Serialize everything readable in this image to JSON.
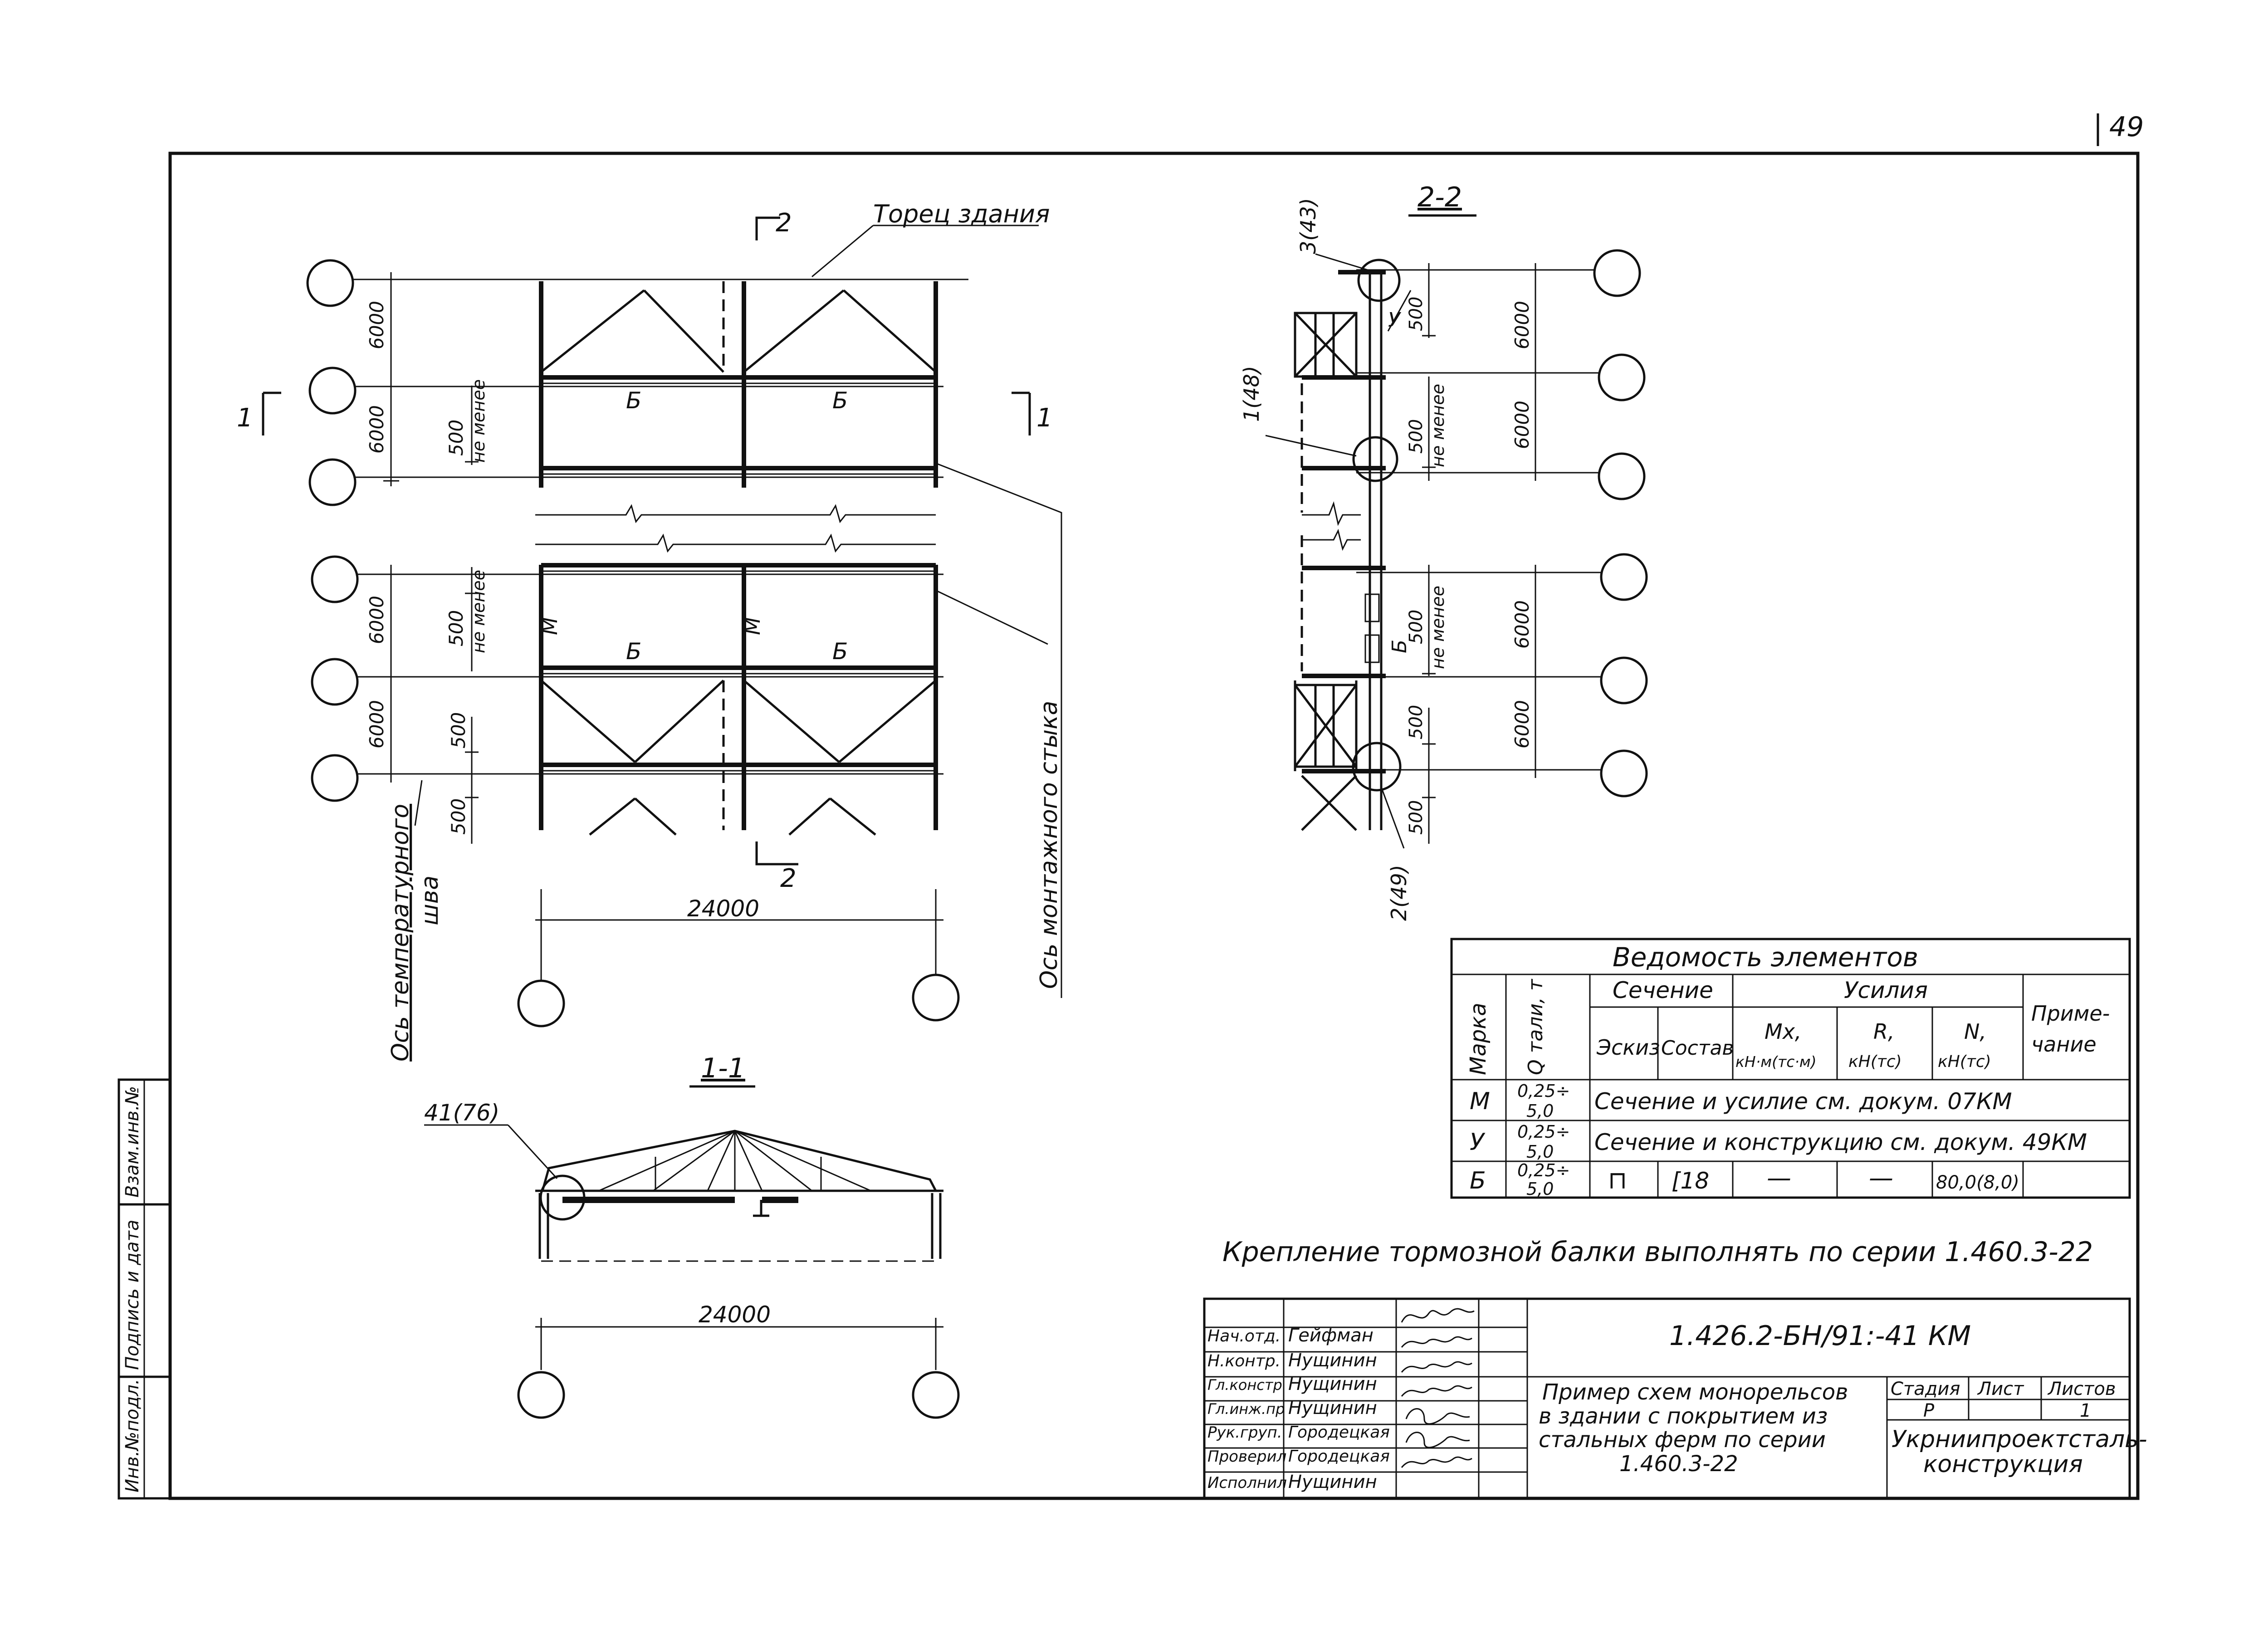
{
  "page": {
    "number": "49"
  },
  "plan": {
    "section_mark": "2",
    "section_mark_side": "1",
    "building_end_label": "Торец здания",
    "beam_label": "Б",
    "support_label": "М",
    "dim_6000": "6000",
    "dim_500": "500",
    "dim_not_less": "не менее",
    "span": "24000",
    "temp_joint_axis_line1": "Ось температурного",
    "temp_joint_axis_line2": "шва",
    "mount_joint_axis": "Ось монтажного стыка"
  },
  "section_11": {
    "title": "1-1",
    "callout": "41(76)",
    "span": "24000"
  },
  "section_22": {
    "title": "2-2",
    "callout_top": "3(43)",
    "callout_mid": "1(48)",
    "callout_bottom": "2(49)",
    "label_u": "У",
    "label_b": "Б",
    "dim_6000": "6000",
    "dim_500": "500",
    "dim_not_less": "не менее"
  },
  "schedule": {
    "title": "Ведомость элементов",
    "headers": {
      "mark": "Марка",
      "crane_q": "Q тали, т",
      "section": "Сечение",
      "forces": "Усилия",
      "sketch": "Эскиз",
      "composition": "Состав",
      "moment": "Mx,",
      "moment_unit": "кН·м(тс·м)",
      "reaction": "R,",
      "reaction_unit": "кН(тс)",
      "axial": "N,",
      "axial_unit": "кН(тс)",
      "note_line1": "Приме-",
      "note_line2": "чание"
    },
    "rows": [
      {
        "mark": "М",
        "q_top": "0,25÷",
        "q_bottom": "5,0",
        "text": "Сечение и усилие см. докум. 07КМ"
      },
      {
        "mark": "У",
        "q_top": "0,25÷",
        "q_bottom": "5,0",
        "text": "Сечение и конструкцию см. докум. 49КМ"
      },
      {
        "mark": "Б",
        "q_top": "0,25÷",
        "q_bottom": "5,0",
        "sketch": "⊓",
        "composition": "[18",
        "moment": "—",
        "reaction": "—",
        "axial": "80,0(8,0)"
      }
    ]
  },
  "note": {
    "text": "Крепление тормозной балки выполнять по серии 1.460.3-22"
  },
  "stamp": {
    "side_labels": [
      "Взам.инв.№",
      "Подпись и дата",
      "Инв.№подл."
    ],
    "doc_code": "1.426.2-БН/91:-41 КМ",
    "title_lines": [
      "Пример схем монорельсов",
      "в здании с покрытием из",
      "стальных ферм по серии",
      "1.460.3-22"
    ],
    "stage_header": "Стадия",
    "sheet_header": "Лист",
    "sheets_header": "Листов",
    "stage": "Р",
    "sheets": "1",
    "org_line1": "Укрниипроектсталь-",
    "org_line2": "конструкция",
    "people": [
      {
        "role": "Нач.отд.",
        "name": "Гейфман"
      },
      {
        "role": "Н.контр.",
        "name": "Нущинин"
      },
      {
        "role": "Гл.констр",
        "name": "Нущинин"
      },
      {
        "role": "Гл.инж.пр",
        "name": "Нущинин"
      },
      {
        "role": "Рук.груп.",
        "name": "Городецкая"
      },
      {
        "role": "Проверил",
        "name": "Городецкая"
      },
      {
        "role": "Исполнил",
        "name": "Нущинин"
      }
    ]
  }
}
